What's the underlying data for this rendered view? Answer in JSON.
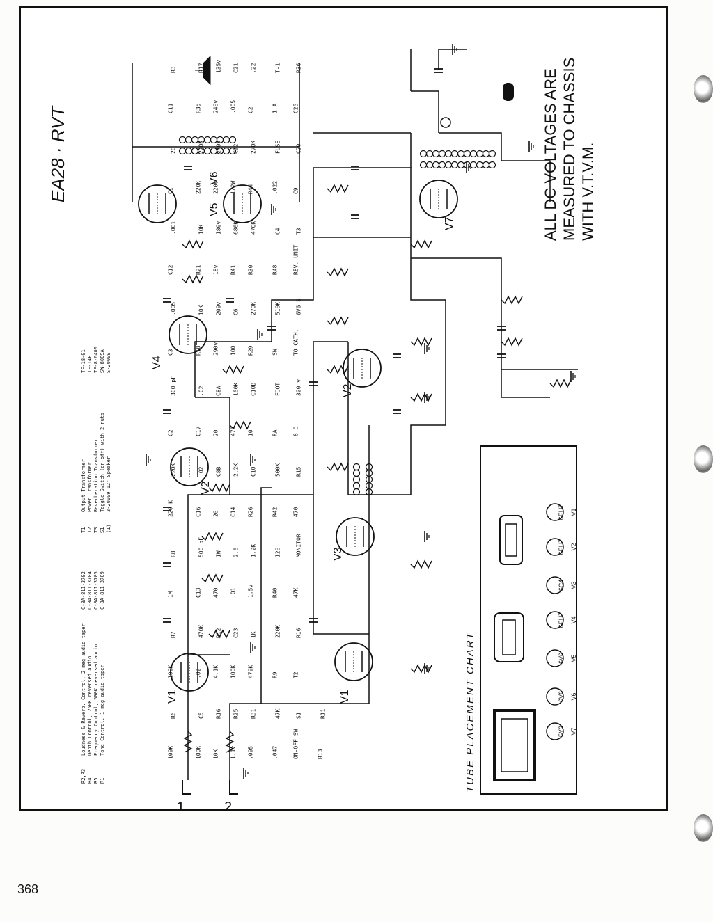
{
  "title": "EA28 · RVT",
  "note_lines": [
    "ALL DC VOLTAGES ARE",
    "MEASURED TO CHASSIS",
    "WITH V.T.V.M."
  ],
  "page_number": "368",
  "tube_chart": {
    "title": "TUBE PLACEMENT CHART",
    "tubes": [
      {
        "code": "5Y3",
        "name": "V7"
      },
      {
        "code": "6V6",
        "name": "V6"
      },
      {
        "code": "6V6",
        "name": "V5"
      },
      {
        "code": "6EU7",
        "name": "V4"
      },
      {
        "code": "6C4",
        "name": "V3"
      },
      {
        "code": "6EU7",
        "name": "V2"
      },
      {
        "code": "6EU7",
        "name": "V1"
      }
    ]
  },
  "parts_list": {
    "controls": [
      {
        "ref": "R2,R3",
        "desc": "Loudness & Reverb. Control, 2 meg audio taper",
        "part": "C-8A-811-3702"
      },
      {
        "ref": "R4",
        "desc": "Depth Control, 250K reversed audio",
        "part": "C-8A-811-3704"
      },
      {
        "ref": "R5",
        "desc": "Frequency Control, 500K reversed audio",
        "part": "C-8A-811-3705"
      },
      {
        "ref": "R1",
        "desc": "Tone Control, 1 meg audio taper",
        "part": "C-8A-811-3709"
      }
    ],
    "transformers": [
      {
        "ref": "T1",
        "desc": "Output Transformer",
        "part": "TF-18-01"
      },
      {
        "ref": "T2",
        "desc": "Power Transformer",
        "part": "TF-14F"
      },
      {
        "ref": "T3",
        "desc": "Reverberation Transformer",
        "part": "TF-8-6400"
      },
      {
        "ref": "S1",
        "desc": "Toggle Switch (on-off) with 2 nuts",
        "part": "SW-8009A"
      },
      {
        "ref": "(1)",
        "desc": "3-20009 12\" Speaker",
        "part": "S-20009"
      }
    ]
  },
  "inputs": [
    "1",
    "2"
  ],
  "tubes": [
    "V1",
    "V2",
    "V3",
    "V4",
    "V5",
    "V6",
    "V7"
  ],
  "components": [
    "100K",
    "R6",
    "100K",
    "R7",
    "1M",
    "R8",
    "220 K",
    "220K",
    "C2",
    "300 pF",
    "C3",
    ".005",
    "C12",
    ".001",
    "C1",
    "20",
    "C11",
    "R3",
    "100K",
    "C5",
    ".02",
    "470K",
    "C13",
    "500 pF",
    "C16",
    ".02",
    "C17",
    ".02",
    "R18",
    "10K",
    "R21",
    "10K",
    "220K",
    "270K",
    "R35",
    "R17",
    "10K",
    "R16",
    "4.1K",
    "R12",
    "470",
    "1W",
    "20",
    "C8B",
    "20",
    "C8A",
    "290v",
    "200v",
    "18v",
    "180v",
    "220v",
    "240v",
    "240v",
    "135v",
    "1.1v",
    "R25",
    "100K",
    "C23",
    ".01",
    "2.0",
    "C14",
    "2.2K",
    "470",
    "100K",
    "100",
    "C6",
    "R41",
    "680K",
    "1/2W",
    "C22",
    ".005",
    "C21",
    ".005",
    "R31",
    "470K",
    "1K",
    "1.5v",
    "1.2K",
    "R26",
    "C10",
    "10",
    "C10B",
    "R29",
    "270K",
    "R30",
    "470K",
    "R44",
    "270K",
    "C2",
    ".22",
    ".047",
    "47K",
    "R9",
    "220K",
    "R40",
    "120",
    "R42",
    "500K",
    "RA",
    "FOOT",
    "SW",
    "510K",
    "R48",
    "C4",
    ".022",
    "FUSE",
    "1 A",
    "T-1",
    "ON-OFF SW",
    "S1",
    "T2",
    "R16",
    "47K",
    "MONITOR",
    "470",
    "R15",
    "8 Ω",
    "300 v",
    "TO CATH.",
    "6V6 S",
    "REV. UNIT",
    "T3",
    "C9",
    "C20",
    "C25",
    "R36",
    "R13",
    "R11"
  ]
}
